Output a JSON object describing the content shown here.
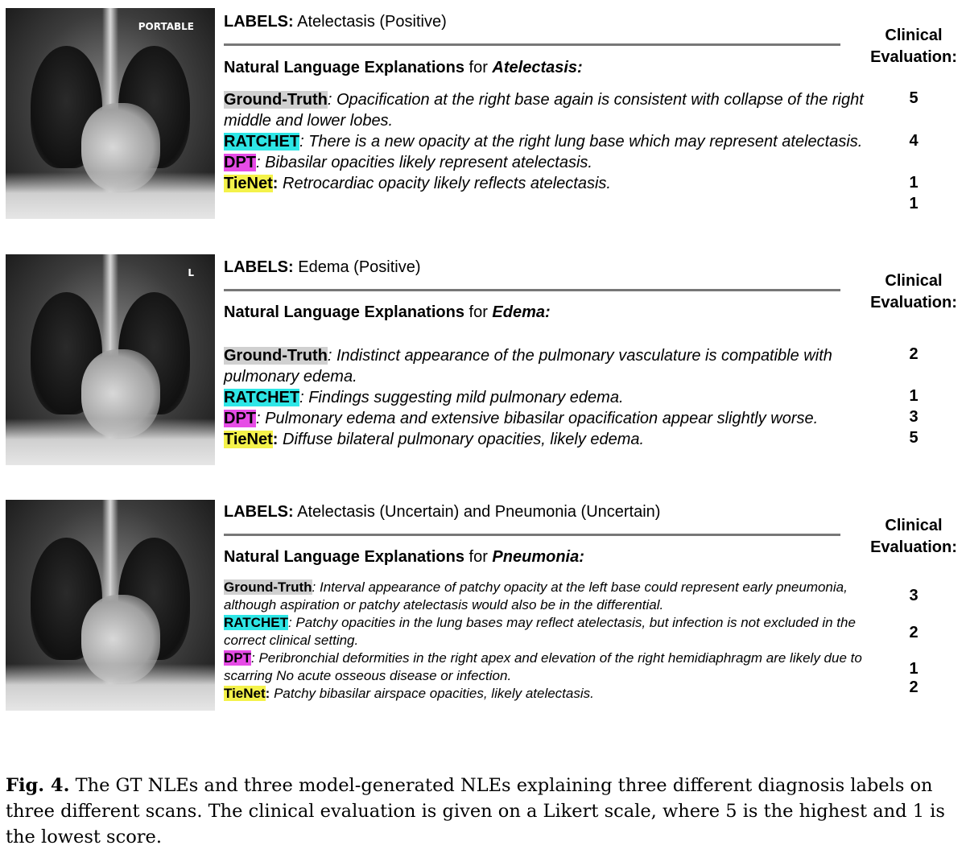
{
  "clinical_label_1": "Clinical",
  "clinical_label_2": "Evaluation:",
  "labels_prefix": "LABELS:",
  "nle_prefix": "Natural Language Explanations",
  "nle_for": "for",
  "panels": [
    {
      "labels": "Atelectasis (Positive)",
      "diagnosis": "Atelectasis:",
      "xray_marker": "PORTABLE",
      "entries": [
        {
          "model": "Ground-Truth",
          "text": "Opacification at the right base again is consistent with collapse of the right middle and lower lobes.",
          "score": "5"
        },
        {
          "model": "RATCHET",
          "text": "There is a new opacity at the right lung base which may represent atelectasis.",
          "score": "4"
        },
        {
          "model": "DPT",
          "text": "Bibasilar opacities likely represent atelectasis.",
          "score": "1"
        },
        {
          "model": "TieNet",
          "text": "Retrocardiac opacity likely reflects atelectasis.",
          "score": "1"
        }
      ]
    },
    {
      "labels": "Edema (Positive)",
      "diagnosis": "Edema:",
      "xray_marker": "L",
      "entries": [
        {
          "model": "Ground-Truth",
          "text": "Indistinct appearance of the pulmonary vasculature is compatible with pulmonary edema.",
          "score": "2"
        },
        {
          "model": "RATCHET",
          "text": "Findings suggesting mild pulmonary edema.",
          "score": "1"
        },
        {
          "model": "DPT",
          "text": "Pulmonary edema and extensive bibasilar opacification appear slightly worse.",
          "score": "3"
        },
        {
          "model": "TieNet",
          "text": "Diffuse bilateral pulmonary opacities, likely edema.",
          "score": "5"
        }
      ]
    },
    {
      "labels": "Atelectasis (Uncertain) and Pneumonia (Uncertain)",
      "diagnosis": "Pneumonia:",
      "xray_marker": "",
      "entries": [
        {
          "model": "Ground-Truth",
          "text": "Interval appearance of patchy opacity at the left base could represent early pneumonia, although aspiration or patchy atelectasis would also be in the differential.",
          "score": "3"
        },
        {
          "model": "RATCHET",
          "text": "Patchy opacities in the lung bases may reflect atelectasis, but infection is not excluded in the correct clinical setting.",
          "score": "2"
        },
        {
          "model": "DPT",
          "text": "Peribronchial deformities in the right apex and elevation of the right hemidiaphragm are likely due to scarring No acute osseous disease or infection.",
          "score": "1"
        },
        {
          "model": "TieNet",
          "text": "Patchy bibasilar airspace opacities, likely atelectasis.",
          "score": "2"
        }
      ]
    }
  ],
  "caption": {
    "label": "Fig. 4.",
    "text": "The GT NLEs and three model-generated NLEs explaining three different diagnosis labels on three different scans. The clinical evaluation is given on a Likert scale, where 5 is the highest and 1 is the lowest score."
  }
}
